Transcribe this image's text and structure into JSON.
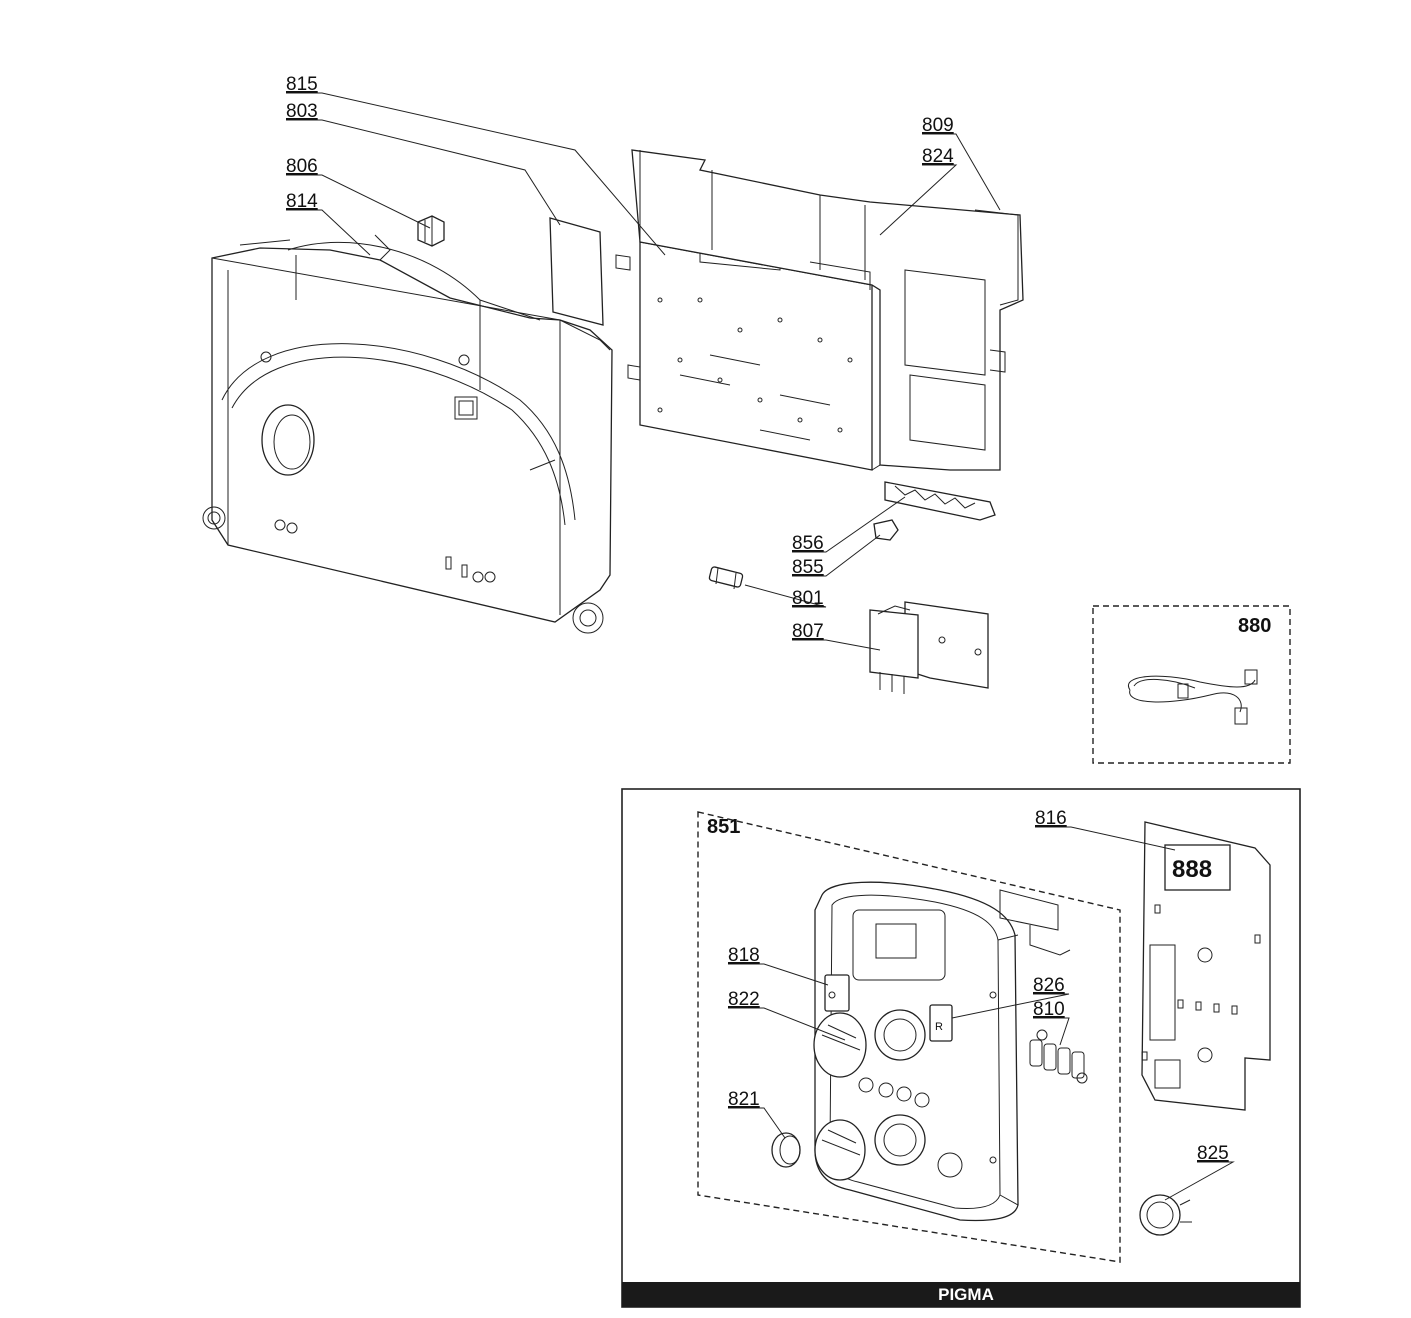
{
  "callouts": {
    "c815": "815",
    "c803": "803",
    "c806": "806",
    "c814": "814",
    "c809": "809",
    "c824": "824",
    "c856": "856",
    "c855": "855",
    "c801": "801",
    "c807": "807",
    "c880": "880",
    "c851": "851",
    "c816": "816",
    "c818": "818",
    "c822": "822",
    "c826": "826",
    "c810": "810",
    "c821": "821",
    "c825": "825"
  },
  "display_digits": "888",
  "knob_letter": "R",
  "banner": {
    "label": "PIGMA"
  },
  "colors": {
    "line": "#222222",
    "banner_bg": "#1a1a1a",
    "banner_text": "#ffffff"
  }
}
